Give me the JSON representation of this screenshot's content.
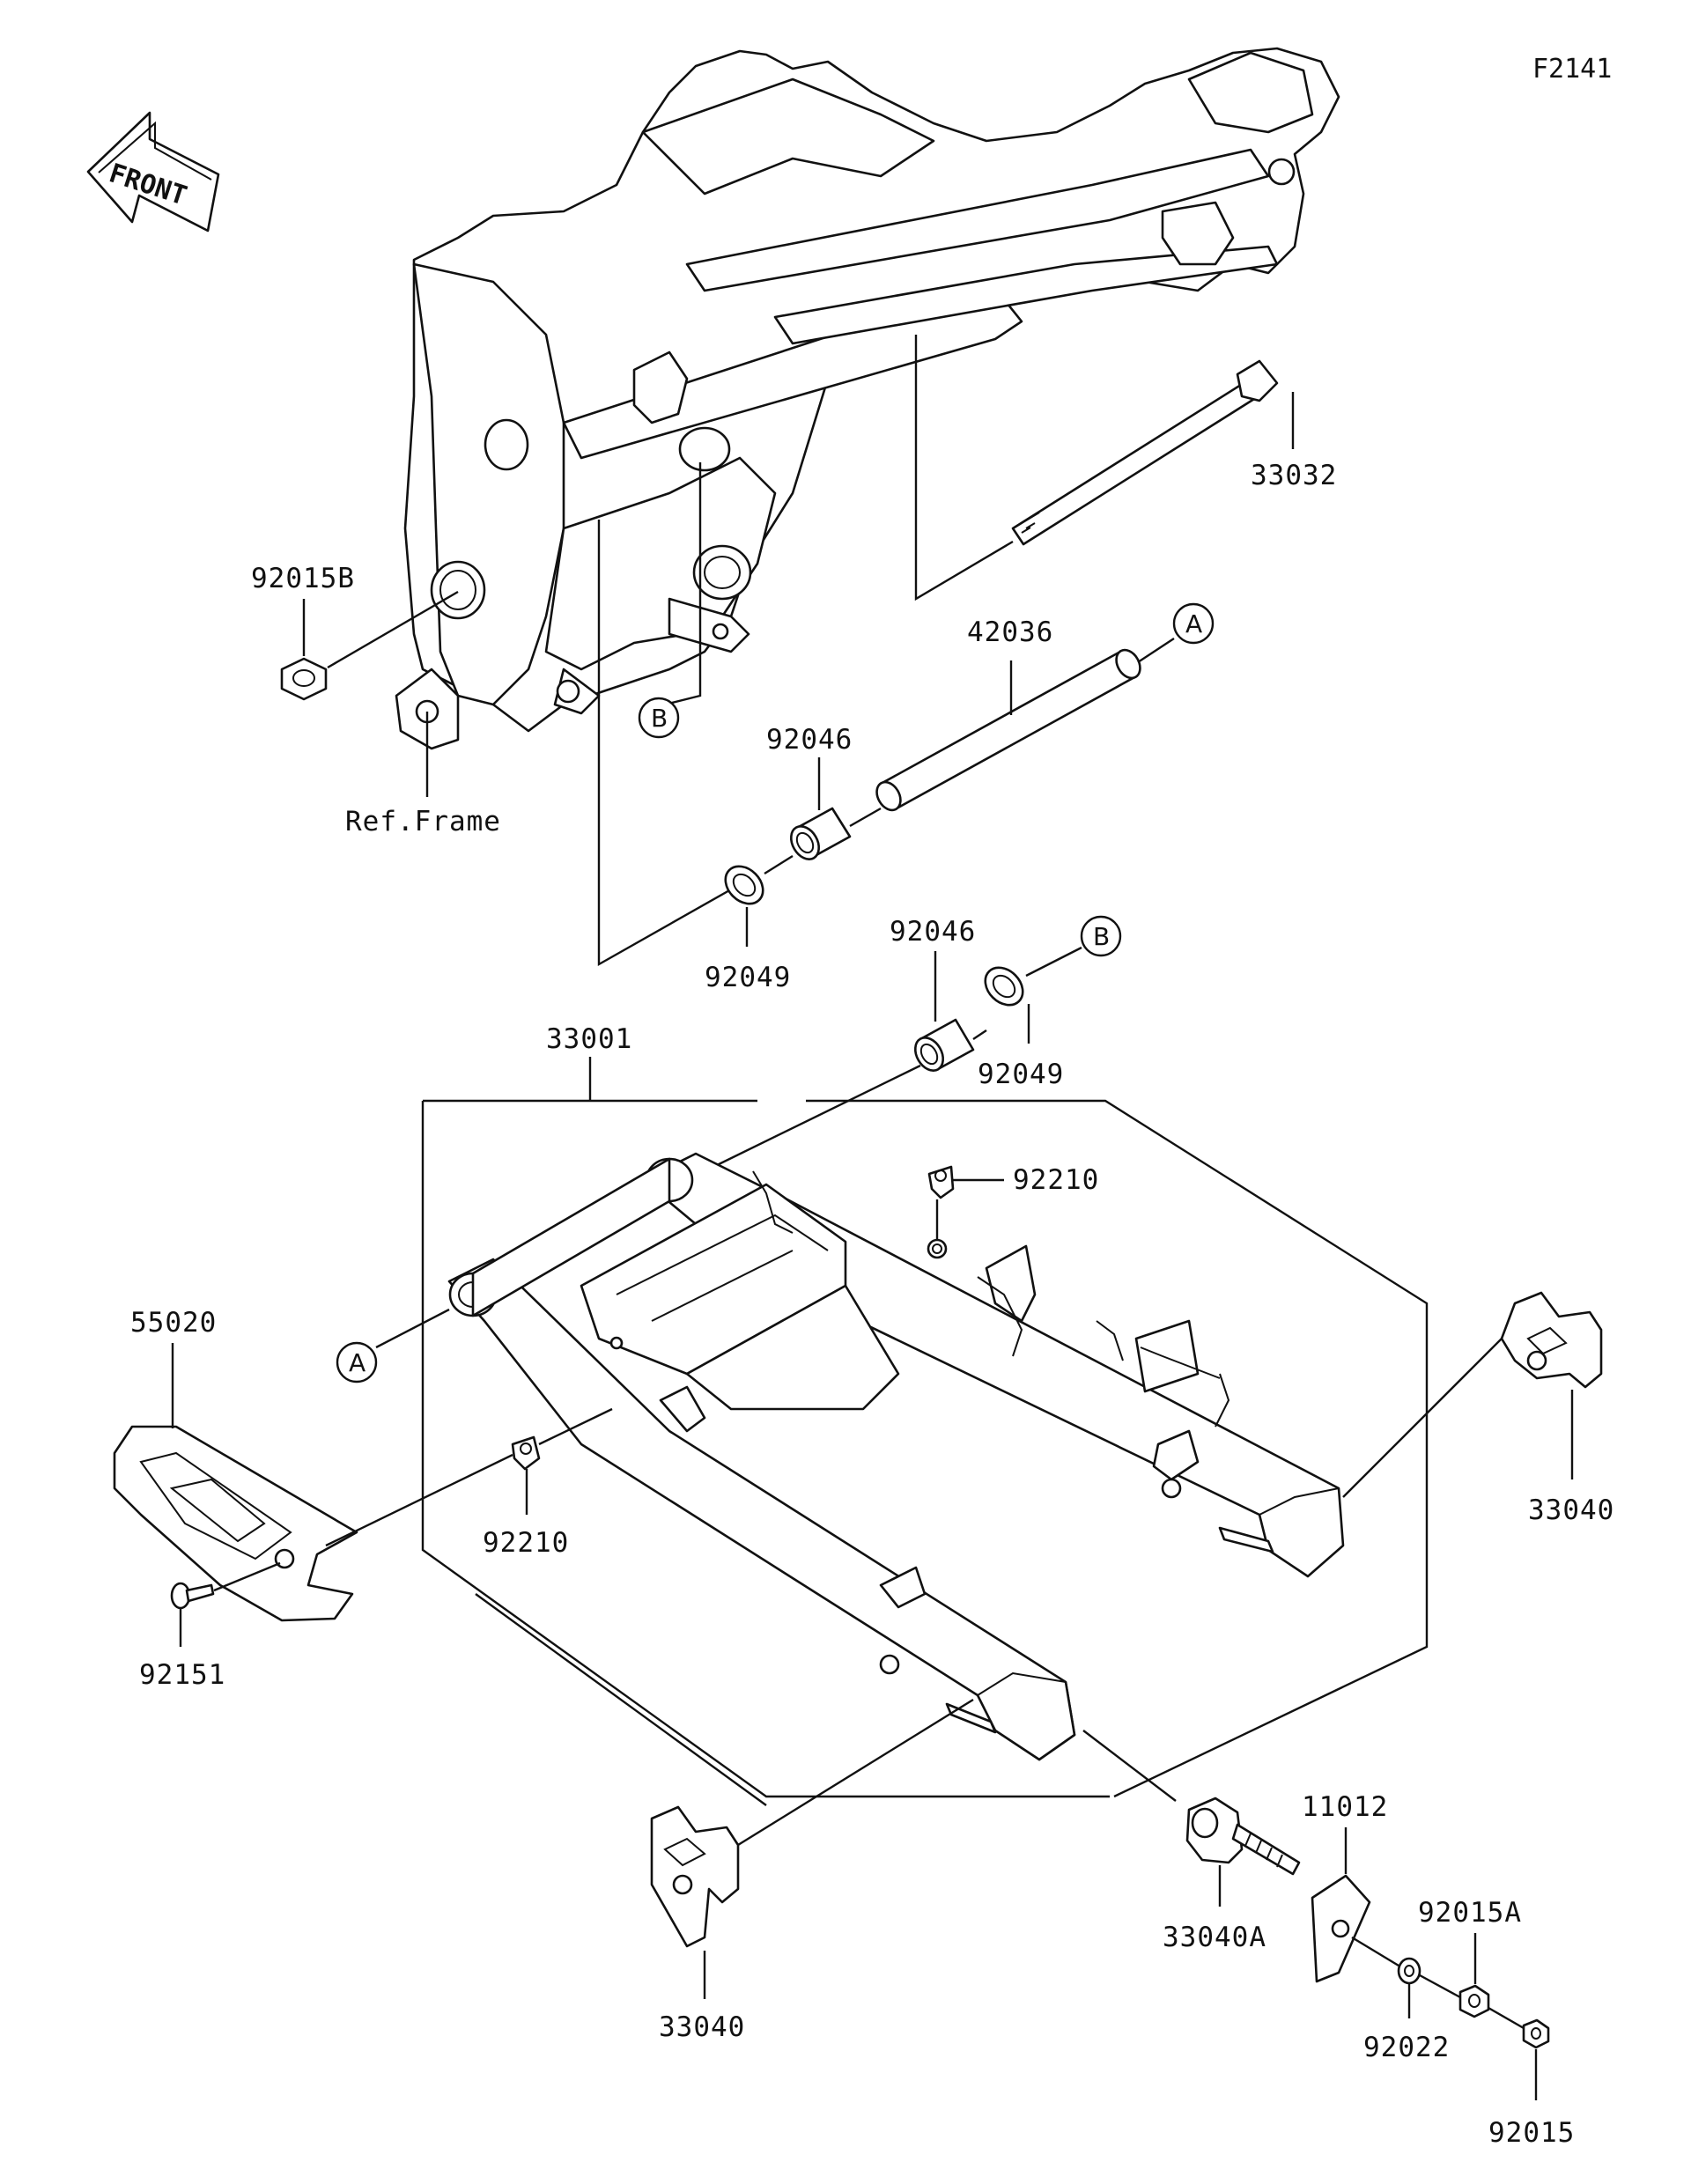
{
  "figure_id": "F2141",
  "front_arrow_text": "FRONT",
  "ref_frame_label": "Ref.Frame",
  "callouts": {
    "a_upper": "A",
    "a_lower": "A",
    "b_upper": "B",
    "b_lower": "B"
  },
  "parts": {
    "p33032": "33032",
    "p92015B": "92015B",
    "p42036": "42036",
    "p92046_upper": "92046",
    "p92049_upper": "92049",
    "p92046_lower": "92046",
    "p92049_lower": "92049",
    "p33001": "33001",
    "p92210_upper": "92210",
    "p92210_lower": "92210",
    "p55020": "55020",
    "p92151": "92151",
    "p33040_right": "33040",
    "p33040_bottom": "33040",
    "p33040A": "33040A",
    "p11012": "11012",
    "p92015A": "92015A",
    "p92022": "92022",
    "p92015": "92015"
  }
}
